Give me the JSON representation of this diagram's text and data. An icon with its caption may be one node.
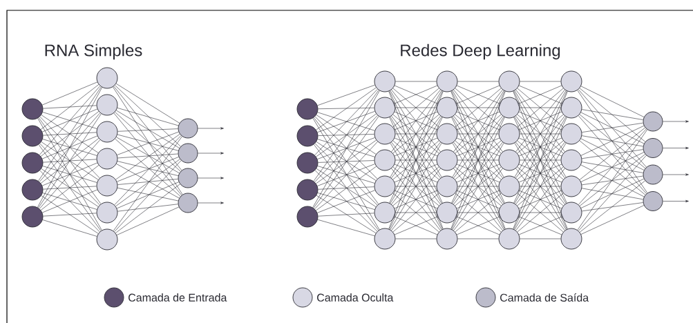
{
  "diagram": {
    "nodes": [
      {
        "text": [],
        "shape": "circle"
      },
      {
        "text": [],
        "shape": "circle"
      },
      {
        "text": [],
        "shape": "circle"
      },
      {
        "text": [],
        "shape": "circle"
      },
      {
        "text": [],
        "shape": "circle"
      },
      {
        "text": [],
        "shape": "circle"
      },
      {
        "text": [],
        "shape": "circle"
      },
      {
        "text": [],
        "shape": "circle"
      },
      {
        "text": [],
        "shape": "circle"
      },
      {
        "text": [],
        "shape": "circle"
      },
      {
        "text": [],
        "shape": "circle"
      },
      {
        "text": [],
        "shape": "circle"
      },
      {
        "text": [],
        "shape": "circle"
      },
      {
        "text": [],
        "shape": "circle"
      },
      {
        "text": [],
        "shape": "circle"
      },
      {
        "text": [],
        "shape": "circle"
      },
      {
        "text": [],
        "shape": "circle"
      },
      {
        "text": [],
        "shape": "circle"
      },
      {
        "text": [],
        "shape": "circle"
      },
      {
        "text": [],
        "shape": "circle"
      },
      {
        "text": [],
        "shape": "circle"
      },
      {
        "text": [],
        "shape": "circle"
      },
      {
        "text": [],
        "shape": "circle"
      },
      {
        "text": [],
        "shape": "circle"
      },
      {
        "text": [],
        "shape": "circle"
      },
      {
        "text": [],
        "shape": "circle"
      },
      {
        "text": [],
        "shape": "circle"
      },
      {
        "text": [],
        "shape": "circle"
      },
      {
        "text": [],
        "shape": "circle"
      },
      {
        "text": [],
        "shape": "circle"
      },
      {
        "text": [],
        "shape": "circle"
      },
      {
        "text": [],
        "shape": "circle"
      },
      {
        "text": [],
        "shape": "circle"
      },
      {
        "text": [],
        "shape": "circle"
      },
      {
        "text": [],
        "shape": "circle"
      },
      {
        "text": [],
        "shape": "circle"
      },
      {
        "text": [],
        "shape": "circle"
      },
      {
        "text": [],
        "shape": "circle"
      },
      {
        "text": [],
        "shape": "circle"
      },
      {
        "text": [],
        "shape": "circle"
      },
      {
        "text": [],
        "shape": "circle"
      },
      {
        "text": [],
        "shape": "circle"
      },
      {
        "text": [],
        "shape": "circle"
      },
      {
        "text": [],
        "shape": "circle"
      },
      {
        "text": [],
        "shape": "circle"
      },
      {
        "text": [],
        "shape": "circle"
      },
      {
        "text": [],
        "shape": "circle"
      },
      {
        "text": [],
        "shape": "circle"
      },
      {
        "text": [],
        "shape": "circle"
      },
      {
        "text": [],
        "shape": "circle"
      },
      {
        "text": [],
        "shape": "circle"
      },
      {
        "text": [],
        "shape": "circle"
      },
      {
        "text": [],
        "shape": "circle"
      }
    ],
    "edges": [
      {
        "from": 0,
        "to": 5,
        "arrow": "none"
      },
      {
        "from": 0,
        "to": 6,
        "arrow": "none"
      },
      {
        "from": 0,
        "to": 7,
        "arrow": "none"
      },
      {
        "from": 0,
        "to": 8,
        "arrow": "none"
      },
      {
        "from": 0,
        "to": 9,
        "arrow": "none"
      },
      {
        "from": 0,
        "to": 10,
        "arrow": "none"
      },
      {
        "from": 0,
        "to": 11,
        "arrow": "none"
      },
      {
        "from": 1,
        "to": 5,
        "arrow": "none"
      },
      {
        "from": 1,
        "to": 6,
        "arrow": "none"
      },
      {
        "from": 1,
        "to": 7,
        "arrow": "none"
      },
      {
        "from": 1,
        "to": 8,
        "arrow": "none"
      },
      {
        "from": 1,
        "to": 9,
        "arrow": "none"
      },
      {
        "from": 1,
        "to": 10,
        "arrow": "none"
      },
      {
        "from": 1,
        "to": 11,
        "arrow": "none"
      },
      {
        "from": 2,
        "to": 5,
        "arrow": "none"
      },
      {
        "from": 2,
        "to": 6,
        "arrow": "none"
      },
      {
        "from": 2,
        "to": 7,
        "arrow": "none"
      },
      {
        "from": 2,
        "to": 8,
        "arrow": "none"
      },
      {
        "from": 2,
        "to": 9,
        "arrow": "none"
      },
      {
        "from": 2,
        "to": 10,
        "arrow": "none"
      },
      {
        "from": 2,
        "to": 11,
        "arrow": "none"
      },
      {
        "from": 3,
        "to": 5,
        "arrow": "none"
      },
      {
        "from": 3,
        "to": 6,
        "arrow": "none"
      },
      {
        "from": 3,
        "to": 7,
        "arrow": "none"
      },
      {
        "from": 3,
        "to": 8,
        "arrow": "none"
      },
      {
        "from": 3,
        "to": 9,
        "arrow": "none"
      },
      {
        "from": 3,
        "to": 10,
        "arrow": "none"
      },
      {
        "from": 3,
        "to": 11,
        "arrow": "none"
      },
      {
        "from": 4,
        "to": 5,
        "arrow": "none"
      },
      {
        "from": 4,
        "to": 6,
        "arrow": "none"
      },
      {
        "from": 4,
        "to": 7,
        "arrow": "none"
      },
      {
        "from": 4,
        "to": 8,
        "arrow": "none"
      },
      {
        "from": 4,
        "to": 9,
        "arrow": "none"
      },
      {
        "from": 4,
        "to": 10,
        "arrow": "none"
      },
      {
        "from": 4,
        "to": 11,
        "arrow": "none"
      },
      {
        "from": 5,
        "to": 12,
        "arrow": "none"
      },
      {
        "from": 5,
        "to": 13,
        "arrow": "none"
      },
      {
        "from": 5,
        "to": 14,
        "arrow": "none"
      },
      {
        "from": 5,
        "to": 15,
        "arrow": "none"
      },
      {
        "from": 6,
        "to": 12,
        "arrow": "none"
      },
      {
        "from": 6,
        "to": 13,
        "arrow": "none"
      },
      {
        "from": 6,
        "to": 14,
        "arrow": "none"
      },
      {
        "from": 6,
        "to": 15,
        "arrow": "none"
      },
      {
        "from": 7,
        "to": 12,
        "arrow": "none"
      },
      {
        "from": 7,
        "to": 13,
        "arrow": "none"
      },
      {
        "from": 7,
        "to": 14,
        "arrow": "none"
      },
      {
        "from": 7,
        "to": 15,
        "arrow": "none"
      },
      {
        "from": 8,
        "to": 12,
        "arrow": "none"
      },
      {
        "from": 8,
        "to": 13,
        "arrow": "none"
      },
      {
        "from": 8,
        "to": 14,
        "arrow": "none"
      },
      {
        "from": 8,
        "to": 15,
        "arrow": "none"
      },
      {
        "from": 9,
        "to": 12,
        "arrow": "none"
      },
      {
        "from": 9,
        "to": 13,
        "arrow": "none"
      },
      {
        "from": 9,
        "to": 14,
        "arrow": "none"
      },
      {
        "from": 9,
        "to": 15,
        "arrow": "none"
      },
      {
        "from": 10,
        "to": 12,
        "arrow": "none"
      },
      {
        "from": 10,
        "to": 13,
        "arrow": "none"
      },
      {
        "from": 10,
        "to": 14,
        "arrow": "none"
      },
      {
        "from": 10,
        "to": 15,
        "arrow": "none"
      },
      {
        "from": 11,
        "to": 12,
        "arrow": "none"
      },
      {
        "from": 11,
        "to": 13,
        "arrow": "none"
      },
      {
        "from": 11,
        "to": 14,
        "arrow": "none"
      },
      {
        "from": 11,
        "to": 15,
        "arrow": "none"
      },
      {
        "from": 12,
        "to": null,
        "arrow": "to"
      },
      {
        "from": 13,
        "to": null,
        "arrow": "to"
      },
      {
        "from": 14,
        "to": null,
        "arrow": "to"
      },
      {
        "from": 15,
        "to": null,
        "arrow": "to"
      },
      {
        "from": 16,
        "to": 21,
        "arrow": "none"
      },
      {
        "from": 16,
        "to": 22,
        "arrow": "none"
      },
      {
        "from": 16,
        "to": 23,
        "arrow": "none"
      },
      {
        "from": 16,
        "to": 24,
        "arrow": "none"
      },
      {
        "from": 16,
        "to": 25,
        "arrow": "none"
      },
      {
        "from": 16,
        "to": 26,
        "arrow": "none"
      },
      {
        "from": 16,
        "to": 27,
        "arrow": "none"
      },
      {
        "from": 17,
        "to": 21,
        "arrow": "none"
      },
      {
        "from": 17,
        "to": 22,
        "arrow": "none"
      },
      {
        "from": 17,
        "to": 23,
        "arrow": "none"
      },
      {
        "from": 17,
        "to": 24,
        "arrow": "none"
      },
      {
        "from": 17,
        "to": 25,
        "arrow": "none"
      },
      {
        "from": 17,
        "to": 26,
        "arrow": "none"
      },
      {
        "from": 17,
        "to": 27,
        "arrow": "none"
      },
      {
        "from": 18,
        "to": 21,
        "arrow": "none"
      },
      {
        "from": 18,
        "to": 22,
        "arrow": "none"
      },
      {
        "from": 18,
        "to": 23,
        "arrow": "none"
      },
      {
        "from": 18,
        "to": 24,
        "arrow": "none"
      },
      {
        "from": 18,
        "to": 25,
        "arrow": "none"
      },
      {
        "from": 18,
        "to": 26,
        "arrow": "none"
      },
      {
        "from": 18,
        "to": 27,
        "arrow": "none"
      },
      {
        "from": 19,
        "to": 21,
        "arrow": "none"
      },
      {
        "from": 19,
        "to": 22,
        "arrow": "none"
      },
      {
        "from": 19,
        "to": 23,
        "arrow": "none"
      },
      {
        "from": 19,
        "to": 24,
        "arrow": "none"
      },
      {
        "from": 19,
        "to": 25,
        "arrow": "none"
      },
      {
        "from": 19,
        "to": 26,
        "arrow": "none"
      },
      {
        "from": 19,
        "to": 27,
        "arrow": "none"
      },
      {
        "from": 20,
        "to": 21,
        "arrow": "none"
      },
      {
        "from": 20,
        "to": 22,
        "arrow": "none"
      },
      {
        "from": 20,
        "to": 23,
        "arrow": "none"
      },
      {
        "from": 20,
        "to": 24,
        "arrow": "none"
      },
      {
        "from": 20,
        "to": 25,
        "arrow": "none"
      },
      {
        "from": 20,
        "to": 26,
        "arrow": "none"
      },
      {
        "from": 20,
        "to": 27,
        "arrow": "none"
      },
      {
        "from": 21,
        "to": 28,
        "arrow": "none"
      },
      {
        "from": 21,
        "to": 29,
        "arrow": "none"
      },
      {
        "from": 21,
        "to": 30,
        "arrow": "none"
      },
      {
        "from": 21,
        "to": 31,
        "arrow": "none"
      },
      {
        "from": 21,
        "to": 32,
        "arrow": "none"
      },
      {
        "from": 21,
        "to": 33,
        "arrow": "none"
      },
      {
        "from": 21,
        "to": 34,
        "arrow": "none"
      },
      {
        "from": 22,
        "to": 28,
        "arrow": "none"
      },
      {
        "from": 22,
        "to": 29,
        "arrow": "none"
      },
      {
        "from": 22,
        "to": 30,
        "arrow": "none"
      },
      {
        "from": 22,
        "to": 31,
        "arrow": "none"
      },
      {
        "from": 22,
        "to": 32,
        "arrow": "none"
      },
      {
        "from": 22,
        "to": 33,
        "arrow": "none"
      },
      {
        "from": 22,
        "to": 34,
        "arrow": "none"
      },
      {
        "from": 23,
        "to": 28,
        "arrow": "none"
      },
      {
        "from": 23,
        "to": 29,
        "arrow": "none"
      },
      {
        "from": 23,
        "to": 30,
        "arrow": "none"
      },
      {
        "from": 23,
        "to": 31,
        "arrow": "none"
      },
      {
        "from": 23,
        "to": 32,
        "arrow": "none"
      },
      {
        "from": 23,
        "to": 33,
        "arrow": "none"
      },
      {
        "from": 23,
        "to": 34,
        "arrow": "none"
      },
      {
        "from": 24,
        "to": 28,
        "arrow": "none"
      },
      {
        "from": 24,
        "to": 29,
        "arrow": "none"
      },
      {
        "from": 24,
        "to": 30,
        "arrow": "none"
      },
      {
        "from": 24,
        "to": 31,
        "arrow": "none"
      },
      {
        "from": 24,
        "to": 32,
        "arrow": "none"
      },
      {
        "from": 24,
        "to": 33,
        "arrow": "none"
      },
      {
        "from": 24,
        "to": 34,
        "arrow": "none"
      },
      {
        "from": 25,
        "to": 28,
        "arrow": "none"
      },
      {
        "from": 25,
        "to": 29,
        "arrow": "none"
      },
      {
        "from": 25,
        "to": 30,
        "arrow": "none"
      },
      {
        "from": 25,
        "to": 31,
        "arrow": "none"
      },
      {
        "from": 25,
        "to": 32,
        "arrow": "none"
      },
      {
        "from": 25,
        "to": 33,
        "arrow": "none"
      },
      {
        "from": 25,
        "to": 34,
        "arrow": "none"
      },
      {
        "from": 26,
        "to": 28,
        "arrow": "none"
      },
      {
        "from": 26,
        "to": 29,
        "arrow": "none"
      },
      {
        "from": 26,
        "to": 30,
        "arrow": "none"
      },
      {
        "from": 26,
        "to": 31,
        "arrow": "none"
      },
      {
        "from": 26,
        "to": 32,
        "arrow": "none"
      },
      {
        "from": 26,
        "to": 33,
        "arrow": "none"
      },
      {
        "from": 26,
        "to": 34,
        "arrow": "none"
      },
      {
        "from": 27,
        "to": 28,
        "arrow": "none"
      },
      {
        "from": 27,
        "to": 29,
        "arrow": "none"
      },
      {
        "from": 27,
        "to": 30,
        "arrow": "none"
      },
      {
        "from": 27,
        "to": 31,
        "arrow": "none"
      },
      {
        "from": 27,
        "to": 32,
        "arrow": "none"
      },
      {
        "from": 27,
        "to": 33,
        "arrow": "none"
      },
      {
        "from": 27,
        "to": 34,
        "arrow": "none"
      },
      {
        "from": 28,
        "to": 35,
        "arrow": "none"
      },
      {
        "from": 28,
        "to": 36,
        "arrow": "none"
      },
      {
        "from": 28,
        "to": 37,
        "arrow": "none"
      },
      {
        "from": 28,
        "to": 38,
        "arrow": "none"
      },
      {
        "from": 28,
        "to": 39,
        "arrow": "none"
      },
      {
        "from": 28,
        "to": 40,
        "arrow": "none"
      },
      {
        "from": 28,
        "to": 41,
        "arrow": "none"
      },
      {
        "from": 29,
        "to": 35,
        "arrow": "none"
      },
      {
        "from": 29,
        "to": 36,
        "arrow": "none"
      },
      {
        "from": 29,
        "to": 37,
        "arrow": "none"
      },
      {
        "from": 29,
        "to": 38,
        "arrow": "none"
      },
      {
        "from": 29,
        "to": 39,
        "arrow": "none"
      },
      {
        "from": 29,
        "to": 40,
        "arrow": "none"
      },
      {
        "from": 29,
        "to": 41,
        "arrow": "none"
      },
      {
        "from": 30,
        "to": 35,
        "arrow": "none"
      },
      {
        "from": 30,
        "to": 36,
        "arrow": "none"
      },
      {
        "from": 30,
        "to": 37,
        "arrow": "none"
      },
      {
        "from": 30,
        "to": 38,
        "arrow": "none"
      },
      {
        "from": 30,
        "to": 39,
        "arrow": "none"
      },
      {
        "from": 30,
        "to": 40,
        "arrow": "none"
      },
      {
        "from": 30,
        "to": 41,
        "arrow": "none"
      },
      {
        "from": 31,
        "to": 35,
        "arrow": "none"
      },
      {
        "from": 31,
        "to": 36,
        "arrow": "none"
      },
      {
        "from": 31,
        "to": 37,
        "arrow": "none"
      },
      {
        "from": 31,
        "to": 38,
        "arrow": "none"
      },
      {
        "from": 31,
        "to": 39,
        "arrow": "none"
      },
      {
        "from": 31,
        "to": 40,
        "arrow": "none"
      },
      {
        "from": 31,
        "to": 41,
        "arrow": "none"
      },
      {
        "from": 32,
        "to": 35,
        "arrow": "none"
      },
      {
        "from": 32,
        "to": 36,
        "arrow": "none"
      },
      {
        "from": 32,
        "to": 37,
        "arrow": "none"
      },
      {
        "from": 32,
        "to": 38,
        "arrow": "none"
      },
      {
        "from": 32,
        "to": 39,
        "arrow": "none"
      },
      {
        "from": 32,
        "to": 40,
        "arrow": "none"
      },
      {
        "from": 32,
        "to": 41,
        "arrow": "none"
      },
      {
        "from": 33,
        "to": 35,
        "arrow": "none"
      },
      {
        "from": 33,
        "to": 36,
        "arrow": "none"
      },
      {
        "from": 33,
        "to": 37,
        "arrow": "none"
      },
      {
        "from": 33,
        "to": 38,
        "arrow": "none"
      },
      {
        "from": 33,
        "to": 39,
        "arrow": "none"
      },
      {
        "from": 33,
        "to": 40,
        "arrow": "none"
      },
      {
        "from": 33,
        "to": 41,
        "arrow": "none"
      },
      {
        "from": 34,
        "to": 35,
        "arrow": "none"
      },
      {
        "from": 34,
        "to": 36,
        "arrow": "none"
      },
      {
        "from": 34,
        "to": 37,
        "arrow": "none"
      },
      {
        "from": 34,
        "to": 38,
        "arrow": "none"
      },
      {
        "from": 34,
        "to": 39,
        "arrow": "none"
      },
      {
        "from": 34,
        "to": 40,
        "arrow": "none"
      },
      {
        "from": 34,
        "to": 41,
        "arrow": "none"
      },
      {
        "from": 35,
        "to": 42,
        "arrow": "none"
      },
      {
        "from": 35,
        "to": 43,
        "arrow": "none"
      },
      {
        "from": 35,
        "to": 44,
        "arrow": "none"
      },
      {
        "from": 35,
        "to": 45,
        "arrow": "none"
      },
      {
        "from": 35,
        "to": 46,
        "arrow": "none"
      },
      {
        "from": 35,
        "to": 47,
        "arrow": "none"
      },
      {
        "from": 35,
        "to": 48,
        "arrow": "none"
      },
      {
        "from": 36,
        "to": 42,
        "arrow": "none"
      },
      {
        "from": 36,
        "to": 43,
        "arrow": "none"
      },
      {
        "from": 36,
        "to": 44,
        "arrow": "none"
      },
      {
        "from": 36,
        "to": 45,
        "arrow": "none"
      },
      {
        "from": 36,
        "to": 46,
        "arrow": "none"
      },
      {
        "from": 36,
        "to": 47,
        "arrow": "none"
      },
      {
        "from": 36,
        "to": 48,
        "arrow": "none"
      },
      {
        "from": 37,
        "to": 42,
        "arrow": "none"
      },
      {
        "from": 37,
        "to": 43,
        "arrow": "none"
      },
      {
        "from": 37,
        "to": 44,
        "arrow": "none"
      },
      {
        "from": 37,
        "to": 45,
        "arrow": "none"
      },
      {
        "from": 37,
        "to": 46,
        "arrow": "none"
      },
      {
        "from": 37,
        "to": 47,
        "arrow": "none"
      },
      {
        "from": 37,
        "to": 48,
        "arrow": "none"
      },
      {
        "from": 38,
        "to": 42,
        "arrow": "none"
      },
      {
        "from": 38,
        "to": 43,
        "arrow": "none"
      },
      {
        "from": 38,
        "to": 44,
        "arrow": "none"
      },
      {
        "from": 38,
        "to": 45,
        "arrow": "none"
      },
      {
        "from": 38,
        "to": 46,
        "arrow": "none"
      },
      {
        "from": 38,
        "to": 47,
        "arrow": "none"
      },
      {
        "from": 38,
        "to": 48,
        "arrow": "none"
      },
      {
        "from": 39,
        "to": 42,
        "arrow": "none"
      },
      {
        "from": 39,
        "to": 43,
        "arrow": "none"
      },
      {
        "from": 39,
        "to": 44,
        "arrow": "none"
      },
      {
        "from": 39,
        "to": 45,
        "arrow": "none"
      },
      {
        "from": 39,
        "to": 46,
        "arrow": "none"
      },
      {
        "from": 39,
        "to": 47,
        "arrow": "none"
      },
      {
        "from": 39,
        "to": 48,
        "arrow": "none"
      },
      {
        "from": 40,
        "to": 42,
        "arrow": "none"
      },
      {
        "from": 40,
        "to": 43,
        "arrow": "none"
      },
      {
        "from": 40,
        "to": 44,
        "arrow": "none"
      },
      {
        "from": 40,
        "to": 45,
        "arrow": "none"
      },
      {
        "from": 40,
        "to": 46,
        "arrow": "none"
      },
      {
        "from": 40,
        "to": 47,
        "arrow": "none"
      },
      {
        "from": 40,
        "to": 48,
        "arrow": "none"
      },
      {
        "from": 41,
        "to": 42,
        "arrow": "none"
      },
      {
        "from": 41,
        "to": 43,
        "arrow": "none"
      },
      {
        "from": 41,
        "to": 44,
        "arrow": "none"
      },
      {
        "from": 41,
        "to": 45,
        "arrow": "none"
      },
      {
        "from": 41,
        "to": 46,
        "arrow": "none"
      },
      {
        "from": 41,
        "to": 47,
        "arrow": "none"
      },
      {
        "from": 41,
        "to": 48,
        "arrow": "none"
      },
      {
        "from": 42,
        "to": 49,
        "arrow": "none"
      },
      {
        "from": 42,
        "to": 50,
        "arrow": "none"
      },
      {
        "from": 42,
        "to": 51,
        "arrow": "none"
      },
      {
        "from": 42,
        "to": 52,
        "arrow": "none"
      },
      {
        "from": 43,
        "to": 49,
        "arrow": "none"
      },
      {
        "from": 43,
        "to": 50,
        "arrow": "none"
      },
      {
        "from": 43,
        "to": 51,
        "arrow": "none"
      },
      {
        "from": 43,
        "to": 52,
        "arrow": "none"
      },
      {
        "from": 44,
        "to": 49,
        "arrow": "none"
      },
      {
        "from": 44,
        "to": 50,
        "arrow": "none"
      },
      {
        "from": 44,
        "to": 51,
        "arrow": "none"
      },
      {
        "from": 44,
        "to": 52,
        "arrow": "none"
      },
      {
        "from": 45,
        "to": 49,
        "arrow": "none"
      },
      {
        "from": 45,
        "to": 50,
        "arrow": "none"
      },
      {
        "from": 45,
        "to": 51,
        "arrow": "none"
      },
      {
        "from": 45,
        "to": 52,
        "arrow": "none"
      },
      {
        "from": 46,
        "to": 49,
        "arrow": "none"
      },
      {
        "from": 46,
        "to": 50,
        "arrow": "none"
      },
      {
        "from": 46,
        "to": 51,
        "arrow": "none"
      },
      {
        "from": 46,
        "to": 52,
        "arrow": "none"
      },
      {
        "from": 47,
        "to": 49,
        "arrow": "none"
      },
      {
        "from": 47,
        "to": 50,
        "arrow": "none"
      },
      {
        "from": 47,
        "to": 51,
        "arrow": "none"
      },
      {
        "from": 47,
        "to": 52,
        "arrow": "none"
      },
      {
        "from": 48,
        "to": 49,
        "arrow": "none"
      },
      {
        "from": 48,
        "to": 50,
        "arrow": "none"
      },
      {
        "from": 48,
        "to": 51,
        "arrow": "none"
      },
      {
        "from": 48,
        "to": 52,
        "arrow": "none"
      },
      {
        "from": 49,
        "to": null,
        "arrow": "to"
      },
      {
        "from": 50,
        "to": null,
        "arrow": "to"
      },
      {
        "from": 51,
        "to": null,
        "arrow": "to"
      },
      {
        "from": 52,
        "to": null,
        "arrow": "to"
      }
    ],
    "labels": [
      "RNA Simples",
      "Redes Deep Learning"
    ],
    "legend": [
      {
        "text": "Camada de Entrada",
        "color": "#5c4f6e"
      },
      {
        "text": "Camada Oculta",
        "color": "#d8d8e4"
      },
      {
        "text": "Camada de Saída",
        "color": "#bcbccb"
      }
    ]
  }
}
